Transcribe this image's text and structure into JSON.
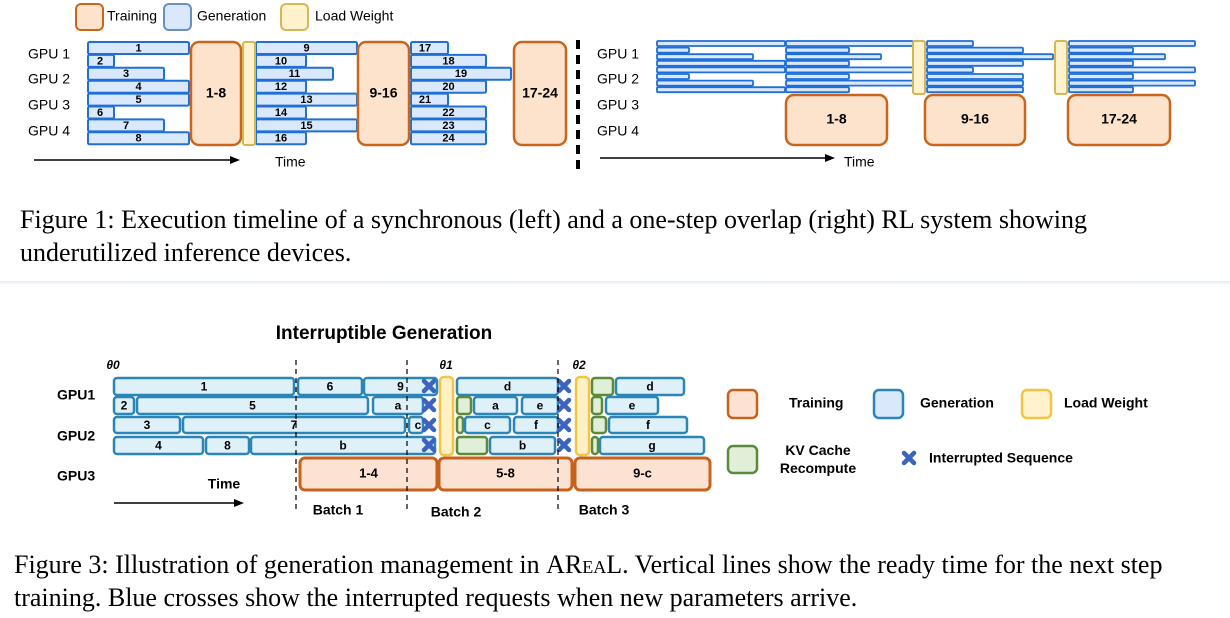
{
  "figure1": {
    "legend": {
      "training": "Training",
      "generation": "Generation",
      "load_weight": "Load Weight"
    },
    "gpu_labels": [
      "GPU 1",
      "GPU 2",
      "GPU 3",
      "GPU 4"
    ],
    "time_label": "Time",
    "sync_sequences": [
      "1",
      "2",
      "3",
      "4",
      "5",
      "6",
      "7",
      "8",
      "9",
      "10",
      "11",
      "12",
      "13",
      "14",
      "15",
      "16",
      "17",
      "18",
      "19",
      "20",
      "21",
      "22",
      "23",
      "24"
    ],
    "training_batches": [
      "1-8",
      "9-16",
      "17-24"
    ],
    "caption": "Figure 1: Execution timeline of a synchronous (left) and a one-step overlap (right) RL system showing underutilized inference devices."
  },
  "figure3": {
    "title": "Interruptible Generation",
    "thetas": [
      "θ0",
      "θ1",
      "θ2"
    ],
    "gpu_labels": [
      "GPU1",
      "GPU2",
      "GPU3"
    ],
    "time_label": "Time",
    "rows": [
      [
        "1",
        "6",
        "9",
        "d",
        "",
        "d"
      ],
      [
        "2",
        "5",
        "a",
        "",
        "a",
        "e",
        "",
        "e"
      ],
      [
        "3",
        "7",
        "c",
        "",
        "c",
        "f",
        "",
        "f"
      ],
      [
        "4",
        "8",
        "b",
        "",
        "b",
        "",
        "g"
      ]
    ],
    "training_batches": [
      "1-4",
      "5-8",
      "9-c"
    ],
    "batch_labels": [
      "Batch 1",
      "Batch 2",
      "Batch 3"
    ],
    "legend": {
      "training": "Training",
      "generation": "Generation",
      "load_weight": "Load Weight",
      "kv_cache": "KV Cache Recompute",
      "interrupted": "Interrupted Sequence"
    },
    "caption_prefix": "Figure 3: Illustration of generation management in ",
    "caption_system": "AReaL",
    "caption_suffix": ". Vertical lines show the ready time for the next step training. Blue crosses show the interrupted requests when new parameters arrive."
  },
  "colors": {
    "training_fill": "#fde3cc",
    "training_stroke": "#c9661c",
    "generation_fill": "#dae8fc",
    "generation_stroke": "#1f6fd6",
    "gen3_fill": "#dff1f8",
    "gen3_stroke": "#2b86b8",
    "load_fill": "#fff2cc",
    "load_stroke": "#d6b656",
    "kv_fill": "#e1eed8",
    "kv_stroke": "#5b8a3a",
    "cross": "#3c63c2"
  }
}
